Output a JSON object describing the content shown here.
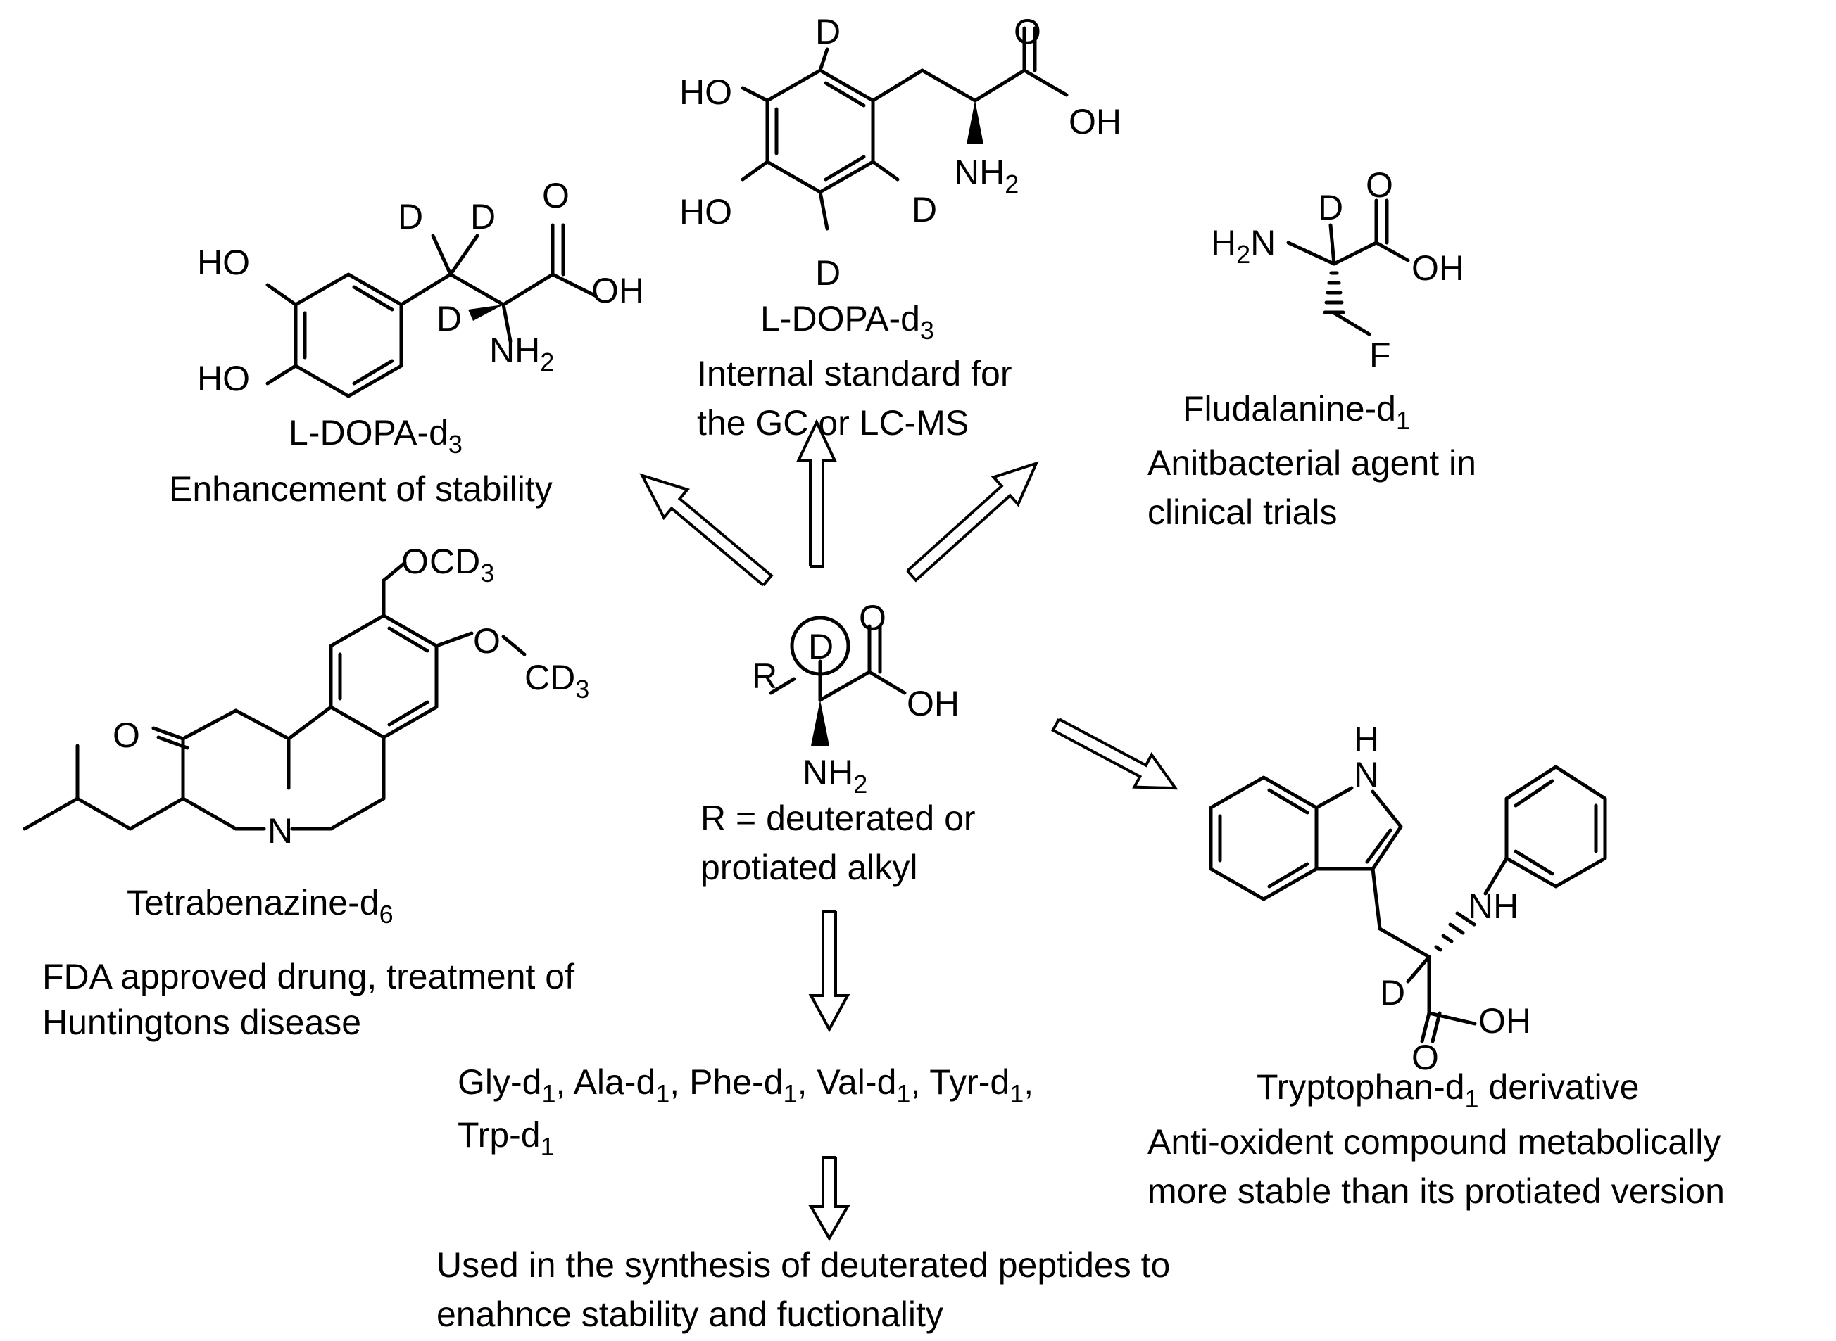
{
  "center": {
    "atoms": {
      "r": "R",
      "d": "D",
      "o": "O",
      "oh": "OH",
      "nh": "NH",
      "two": "2"
    },
    "caption_l1": "R = deuterated or",
    "caption_l2": "protiated alkyl"
  },
  "atoms": {
    "ho": "HO",
    "oh": "OH",
    "o": "O",
    "d": "D",
    "nh": "NH",
    "h2n": "H",
    "n": "N",
    "f": "F",
    "h": "H",
    "cd": "CD",
    "two": "2",
    "three": "3"
  },
  "ldopa_left": {
    "name": "L-DOPA-d",
    "name_sub": "3",
    "desc": "Enhancement of stability"
  },
  "ldopa_top": {
    "name": "L-DOPA-d",
    "name_sub": "3",
    "desc_l1": "Internal standard for",
    "desc_l2": "the GC or LC-MS"
  },
  "fludalanine": {
    "name": "Fludalanine-d",
    "name_sub": "1",
    "desc_l1": "Anitbacterial agent in",
    "desc_l2": "clinical trials"
  },
  "tetrabenazine": {
    "name": "Tetrabenazine-d",
    "name_sub": "6",
    "desc_l1": "FDA approved drung, treatment of",
    "desc_l2": "Huntingtons disease"
  },
  "tryptophan": {
    "name": "Tryptophan-d",
    "name_sub": "1",
    "name_suffix": " derivative",
    "desc_l1": "Anti-oxident compound metabolically",
    "desc_l2": "more stable than its protiated version"
  },
  "amino_list": {
    "items": [
      {
        "label": "Gly-d",
        "sub": "1",
        "sep": ", "
      },
      {
        "label": "Ala-d",
        "sub": "1",
        "sep": ", "
      },
      {
        "label": "Phe-d",
        "sub": "1",
        "sep": ", "
      },
      {
        "label": "Val-d",
        "sub": "1",
        "sep": ", "
      },
      {
        "label": "Tyr-d",
        "sub": "1",
        "sep": ","
      }
    ],
    "line2": {
      "label": "Trp-d",
      "sub": "1"
    }
  },
  "peptides": {
    "l1": "Used in the synthesis of deuterated peptides to",
    "l2": "enahnce stability and fuctionality"
  }
}
